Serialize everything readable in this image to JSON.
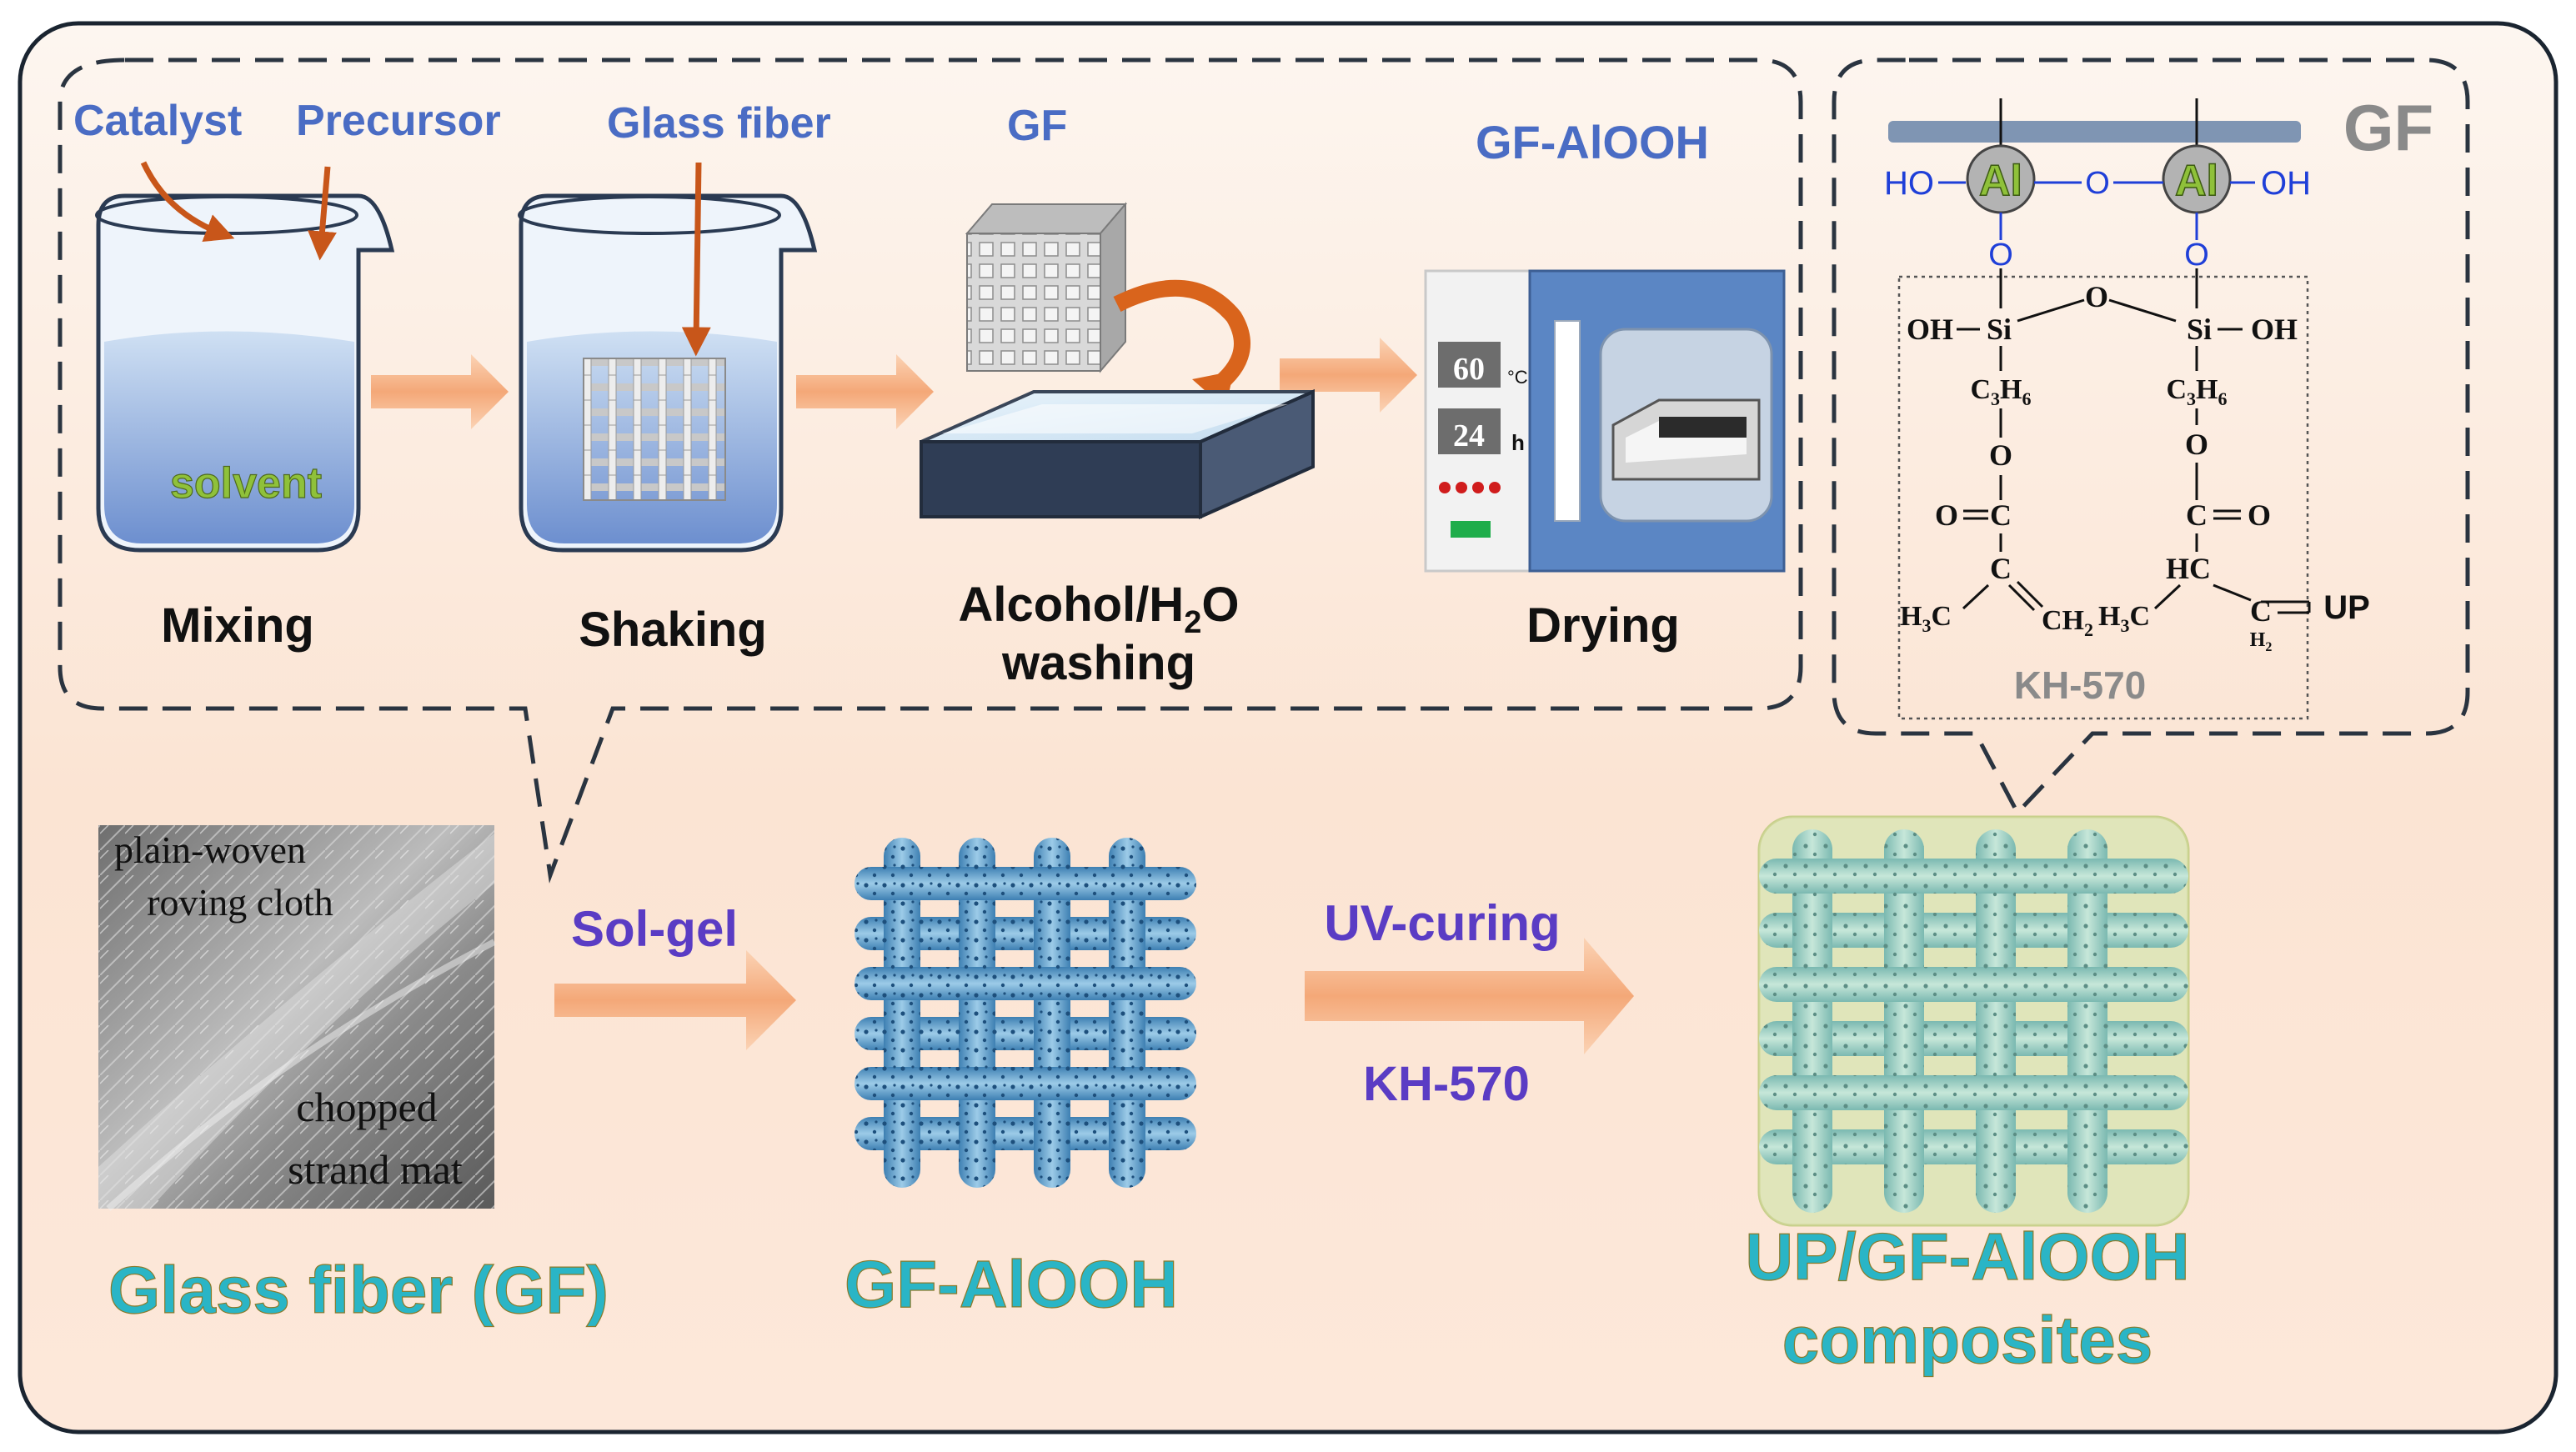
{
  "process": {
    "inputs": {
      "catalyst": "Catalyst",
      "precursor": "Precursor",
      "glass_fiber": "Glass fiber",
      "gf": "GF",
      "gf_alooh": "GF-AlOOH"
    },
    "steps": {
      "mixing": "Mixing",
      "shaking": "Shaking",
      "washing_prefix": "Alcohol/H",
      "washing_sub": "2",
      "washing_suffix": "O",
      "washing_line2": "washing",
      "drying": "Drying"
    },
    "solvent": "solvent",
    "oven": {
      "temp_value": "60",
      "temp_unit": "°C",
      "time_value": "24",
      "time_unit": "h"
    }
  },
  "chemistry": {
    "gf_label": "GF",
    "al": "Al",
    "ho": "HO",
    "oh": "OH",
    "o": "O",
    "si": "Si",
    "oh_si_left": "OH",
    "oh_si_right": "OH",
    "c3h6_c": "C",
    "c3h6_3": "3",
    "c3h6_h": "H",
    "c3h6_6": "6",
    "c": "C",
    "hc": "HC",
    "h3c_h": "H",
    "h3c_3": "3",
    "h3c_c": "C",
    "ch2_c": "CH",
    "ch2_2": "2",
    "h2_h": "H",
    "h2_2": "2",
    "up": "UP",
    "kh570": "KH-570"
  },
  "bottom": {
    "photo_label_1": "plain-woven",
    "photo_label_2": "roving cloth",
    "photo_label_3": "chopped",
    "photo_label_4": "strand mat",
    "sol_gel": "Sol-gel",
    "uv_curing": "UV-curing",
    "kh570": "KH-570",
    "glass_fiber": "Glass fiber (GF)",
    "gf_alooh": "GF-AlOOH",
    "composite_1": "UP/GF-AlOOH",
    "composite_2": "composites"
  },
  "colors": {
    "label_blue": "#4a6cc4",
    "step_black": "#111111",
    "teal": "#2ab5c6",
    "purple": "#5a3cc4",
    "orange_arrow": "#f6b68c",
    "al_green": "#8fc13a",
    "bond_blue": "#1f3fd8"
  }
}
